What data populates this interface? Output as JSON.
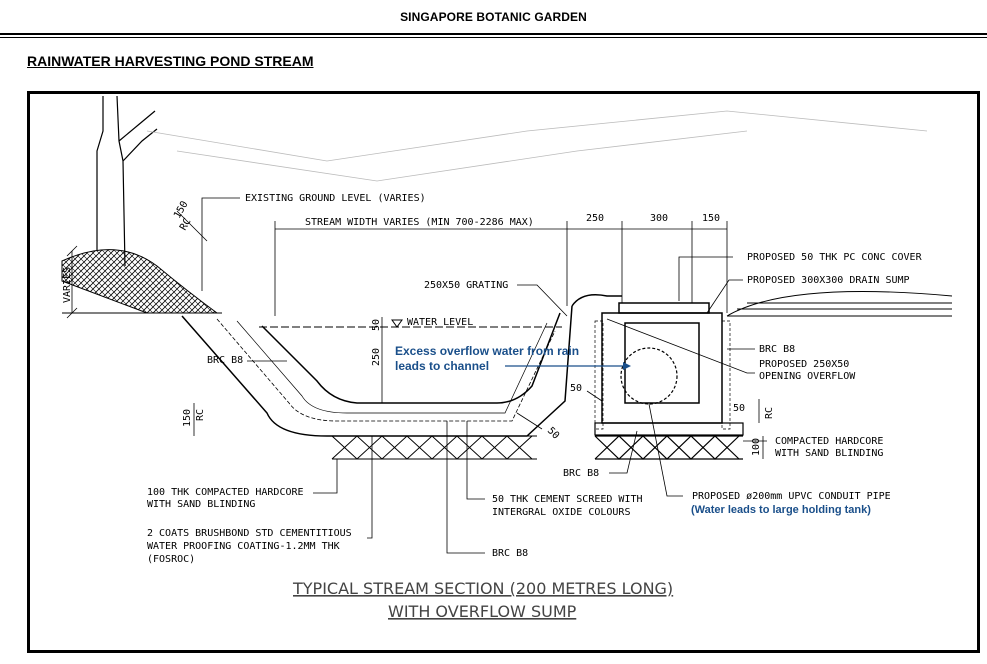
{
  "header": {
    "org_title": "SINGAPORE BOTANIC GARDEN",
    "section_title": "RAINWATER HARVESTING POND STREAM"
  },
  "labels": {
    "existing_ground": "EXISTING GROUND LEVEL (VARIES)",
    "stream_width": "STREAM WIDTH VARIES (MIN 700-2286 MAX)",
    "grating": "250X50 GRATING",
    "water_level": "WATER LEVEL",
    "brc_left": "BRC B8",
    "brc_right": "BRC B8",
    "brc_bottom_sump": "BRC B8",
    "brc_bottom": "BRC B8",
    "pc_cover": "PROPOSED 50 THK PC CONC COVER",
    "drain_sump": "PROPOSED 300X300 DRAIN SUMP",
    "opening_overflow_1": "PROPOSED 250X50",
    "opening_overflow_2": "OPENING OVERFLOW",
    "hardcore_right_1": "COMPACTED HARDCORE",
    "hardcore_right_2": "WITH SAND BLINDING",
    "hardcore_left_1": "100 THK COMPACTED HARDCORE",
    "hardcore_left_2": "WITH SAND BLINDING",
    "screed_1": "50 THK CEMENT SCREED WITH",
    "screed_2": "INTERGRAL OXIDE COLOURS",
    "coating_1": "2 COATS BRUSHBOND STD CEMENTITIOUS",
    "coating_2": "WATER PROOFING COATING-1.2MM THK",
    "coating_3": "(FOSROC)",
    "conduit": "PROPOSED ø200mm UPVC CONDUIT PIPE",
    "varies": "VARIES"
  },
  "dimensions": {
    "d250_top": "250",
    "d300_top": "300",
    "d150_top": "150",
    "d150_rc_slope": "150",
    "rc_slope": "RC",
    "d50_water": "50",
    "d250_depth": "250",
    "d150_base": "150",
    "rc_base": "RC",
    "d50_slope": "50",
    "d50_sump_left": "50",
    "d50_sump_right": "50",
    "rc_sump": "RC",
    "d100_sump": "100"
  },
  "notes": {
    "overflow_1": "Excess overflow water from rain",
    "overflow_2": "leads to channel",
    "tank": "(Water leads to large holding tank)"
  },
  "caption": {
    "line1": "TYPICAL STREAM SECTION (200 METRES LONG)",
    "line2": "WITH OVERFLOW SUMP"
  }
}
